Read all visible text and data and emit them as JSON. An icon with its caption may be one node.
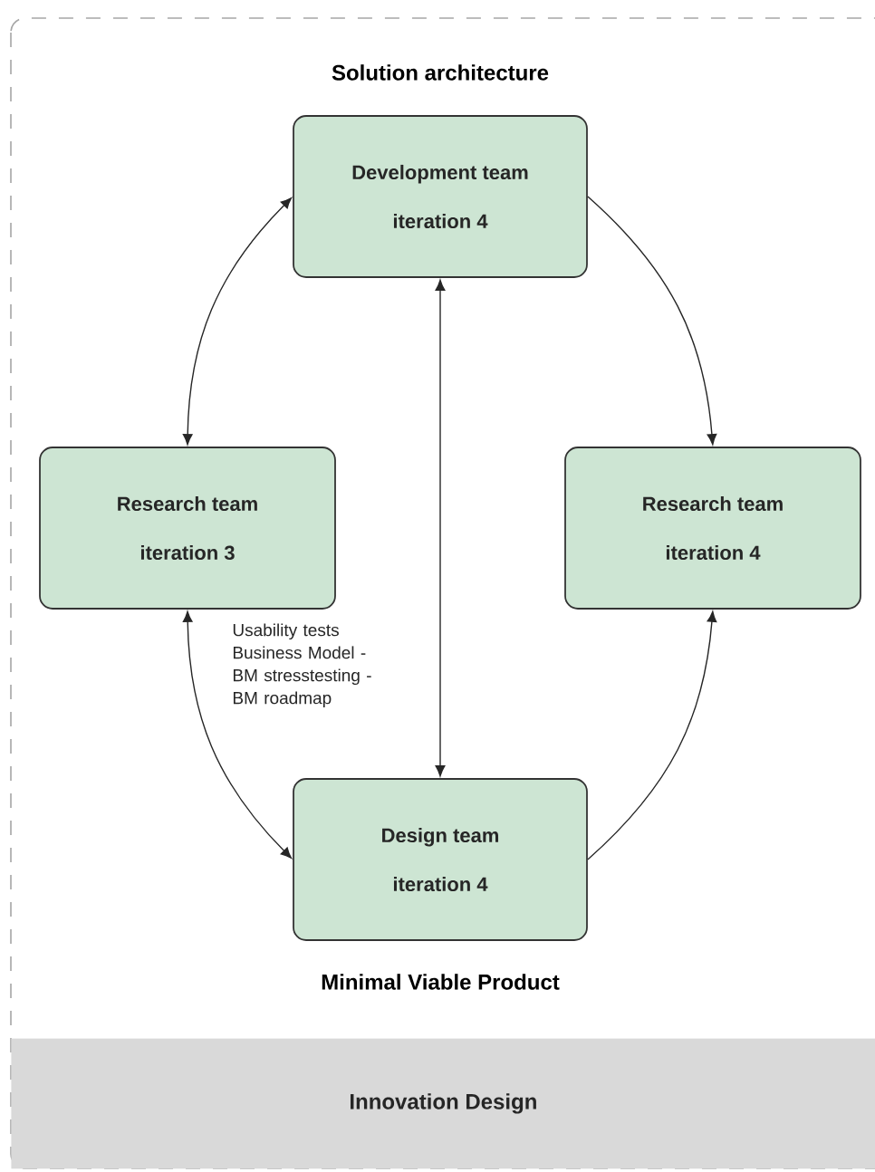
{
  "diagram": {
    "nodes": [
      {
        "text": [
          "Solution architecture",
          "Minimal Viable Product"
        ]
      },
      {
        "text": [
          "Development team",
          "iteration 4"
        ],
        "in": 0
      },
      {
        "text": [
          "Research team",
          "iteration 3"
        ],
        "in": 0
      },
      {
        "text": [
          "Research team",
          "iteration 4"
        ],
        "in": 0
      },
      {
        "text": [
          "Design team",
          "iteration 4"
        ],
        "in": 0
      },
      {
        "text": [
          "Innovation Design"
        ],
        "in": 0
      }
    ],
    "edges": [
      {
        "from": 1,
        "to": 2,
        "arrow": "both"
      },
      {
        "from": 1,
        "to": 3,
        "arrow": "to"
      },
      {
        "from": 4,
        "to": 1,
        "arrow": "both"
      },
      {
        "from": 2,
        "to": 4,
        "arrow": "both",
        "label": "Usability tests Business Model - BM stresstesting - BM roadmap"
      },
      {
        "from": 4,
        "to": 3,
        "arrow": "to"
      }
    ]
  }
}
